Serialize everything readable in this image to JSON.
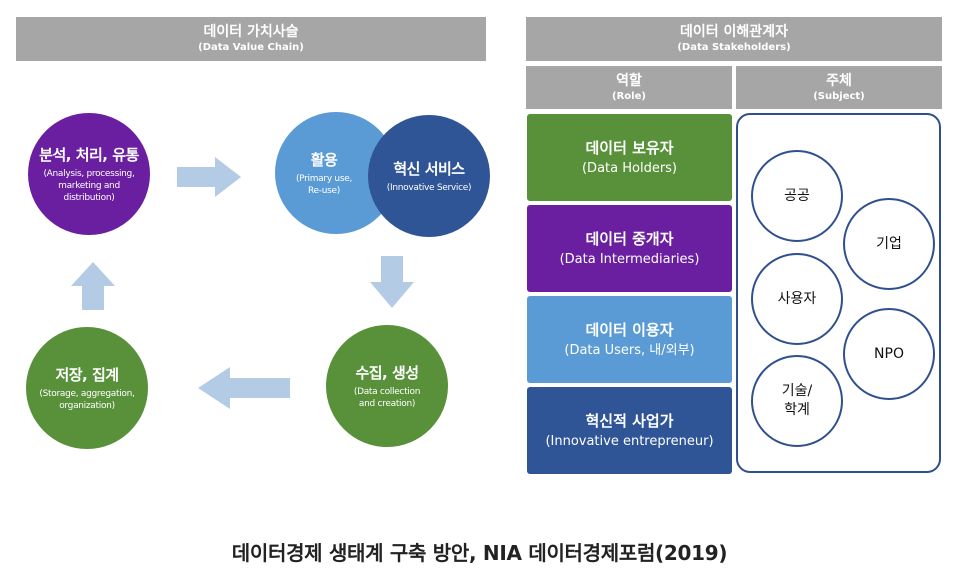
{
  "left_header": {
    "title": "데이터 가치사슬",
    "subtitle": "(Data Value Chain)"
  },
  "right_header": {
    "title": "데이터 이해관계자",
    "subtitle": "(Data Stakeholders)"
  },
  "role_header": {
    "title": "역할",
    "subtitle": "(Role)"
  },
  "subject_header": {
    "title": "주체",
    "subtitle": "(Subject)"
  },
  "chain": {
    "analysis": {
      "title": "분석, 처리, 유통",
      "desc": "(Analysis, processing, marketing and distribution)"
    },
    "use": {
      "title": "활용",
      "desc": "(Primary use, Re-use)"
    },
    "innovation": {
      "title": "혁신 서비스",
      "desc": "(Innovative Service)"
    },
    "collection": {
      "title": "수집, 생성",
      "desc": "(Data collection and creation)"
    },
    "storage": {
      "title": "저장, 집계",
      "desc": "(Storage, aggregation, organization)"
    }
  },
  "roles": [
    {
      "title": "데이터 보유자",
      "desc": "(Data Holders)"
    },
    {
      "title": "데이터 중개자",
      "desc": "(Data Intermediaries)"
    },
    {
      "title": "데이터 이용자",
      "desc": "(Data Users, 내/외부)"
    },
    {
      "title": "혁신적 사업가",
      "desc": "(Innovative entrepreneur)"
    }
  ],
  "subjects": {
    "public": "공공",
    "enterprise": "기업",
    "user": "사용자",
    "npo": "NPO",
    "tech_academia": "기술/\n학계"
  },
  "caption": "데이터경제 생태계 구축 방안, NIA 데이터경제포럼(2019)",
  "colors": {
    "header_gray": "#a6a6a6",
    "purple": "#6a1fa0",
    "green": "#58913a",
    "light_blue": "#5b9bd5",
    "dark_blue": "#2f5597",
    "arrow": "#b4cbe6"
  }
}
